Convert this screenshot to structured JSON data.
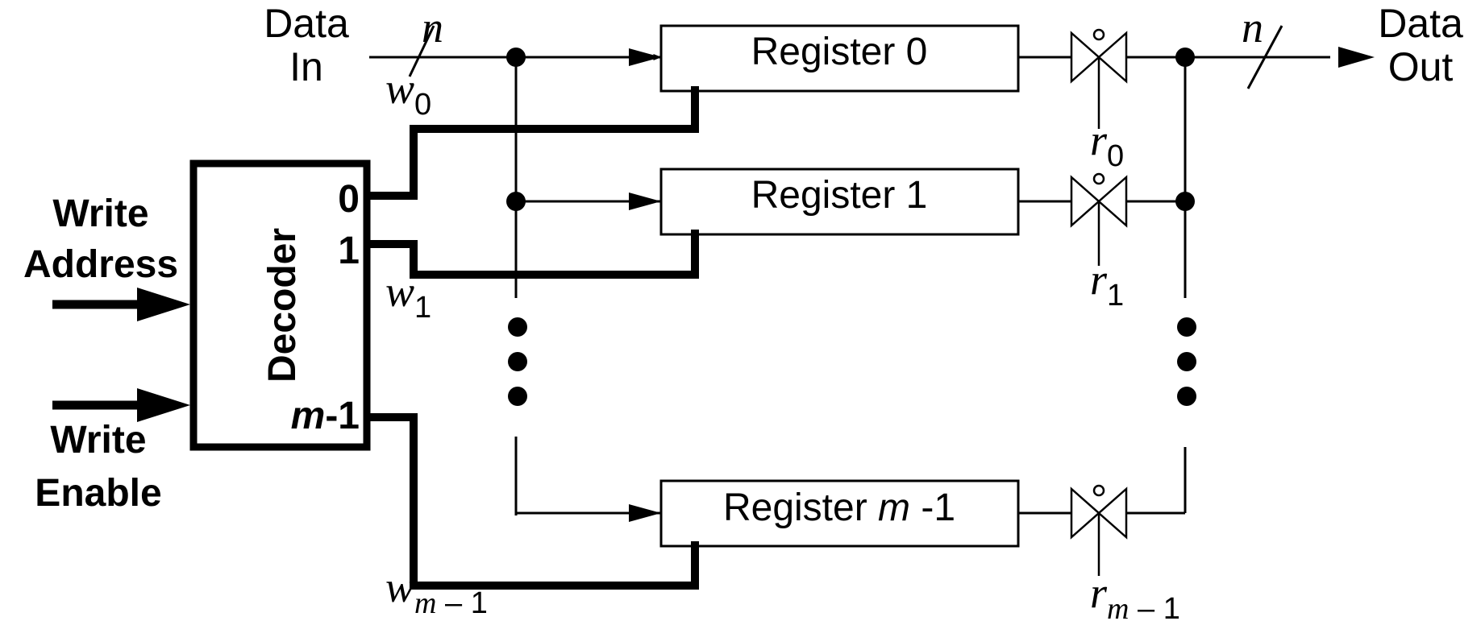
{
  "inputs": {
    "data_in": [
      "Data",
      "In"
    ],
    "write_address": [
      "Write",
      "Address"
    ],
    "write_enable": [
      "Write",
      "Enable"
    ]
  },
  "outputs": {
    "data_out": [
      "Data",
      "Out"
    ]
  },
  "bus_width_label": "n",
  "decoder": {
    "label": "Decoder",
    "outputs": {
      "out0": "0",
      "out1": "1",
      "outm_var": "m",
      "outm_rest": "-1"
    }
  },
  "registers": {
    "reg0": "Register 0",
    "reg1": "Register 1",
    "regm_prefix": "Register ",
    "regm_var": "m",
    "regm_suffix": " -1"
  },
  "write_signals": {
    "letter": "w",
    "w0_sub": "0",
    "w1_sub": "1",
    "wm_sub_var": "m",
    "wm_sub_rest": " – 1"
  },
  "read_signals": {
    "letter": "r",
    "r0_sub": "0",
    "r1_sub": "1",
    "rm_sub_var": "m",
    "rm_sub_rest": " – 1"
  },
  "ellipsis_count": 3,
  "colors": {
    "ink": "#000000",
    "background": "#ffffff"
  }
}
